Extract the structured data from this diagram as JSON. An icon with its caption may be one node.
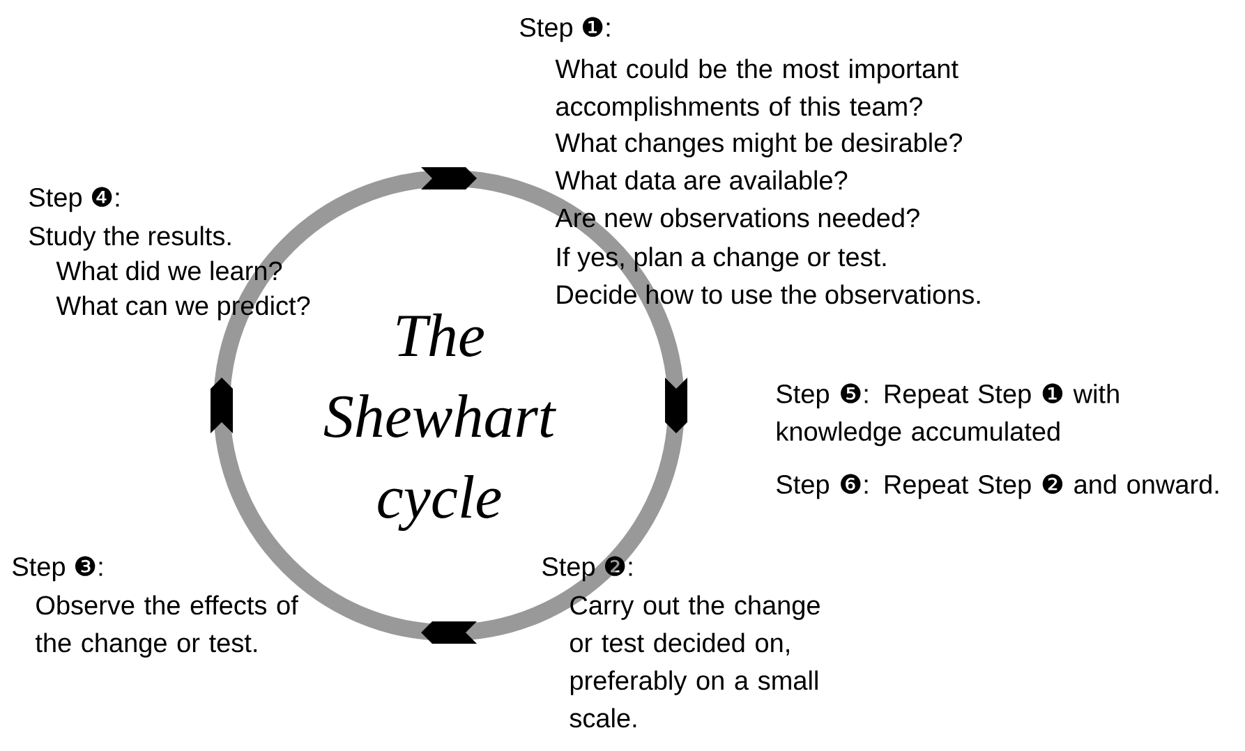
{
  "diagram": {
    "title": "The Shewhart cycle",
    "labels": [
      "Step ❶:",
      "What could be the most important accomplishments of this team?",
      "What changes might be desirable?",
      "What data are available?",
      "Are new observations needed?",
      "If yes, plan a change or test.",
      "Decide how to use the observations.",
      "Step ❹:",
      "Study the results.",
      "What did we learn?",
      "What can we predict?",
      "Step ❺: Repeat Step ❶ with knowledge accumulated",
      "Step ❻: Repeat Step ❷ and onward.",
      "Step ❸:",
      "Observe the effects of the change or test.",
      "Step ❷:",
      "Carry out the change or test decided on, preferably on a small scale."
    ]
  }
}
